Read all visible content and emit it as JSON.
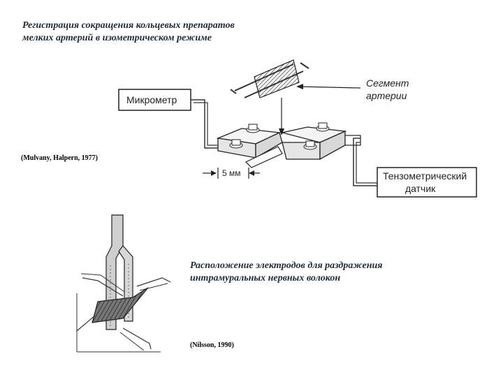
{
  "top_caption": {
    "line1": "Регистрация сокращения кольцевых препаратов",
    "line2": "мелких артерий в изометрическом режиме"
  },
  "top_reference": "(Mulvany, Halpern, 1977)",
  "top_diagram": {
    "micrometer_label": "Микрометр",
    "segment_label_line1": "Сегмент",
    "segment_label_line2": "артерии",
    "distance_label": "5 мм",
    "sensor_label_line1": "Тензометрический",
    "sensor_label_line2": "датчик"
  },
  "bottom_caption": {
    "line1": "Расположение электродов для раздражения",
    "line2": "интрамуральных нервных волокон"
  },
  "bottom_reference": "(Nilsson, 1990)"
}
